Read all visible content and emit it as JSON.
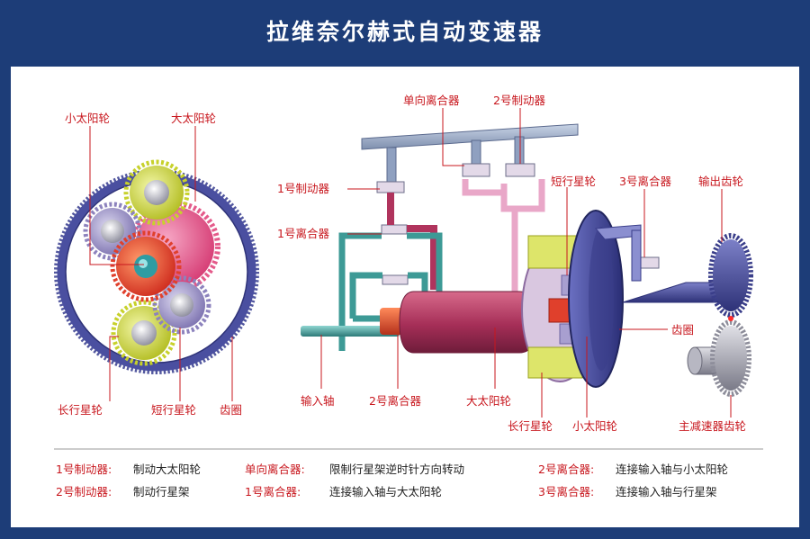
{
  "title": "拉维奈尔赫式自动变速器",
  "left_diagram": {
    "labels": {
      "small_sun": "小太阳轮",
      "large_sun": "大太阳轮",
      "long_planet": "长行星轮",
      "short_planet": "短行星轮",
      "ring_gear": "齿圈"
    }
  },
  "right_diagram": {
    "labels": {
      "one_way_clutch": "单向离合器",
      "brake_2": "2号制动器",
      "brake_1": "1号制动器",
      "clutch_1": "1号离合器",
      "short_planet": "短行星轮",
      "clutch_3": "3号离合器",
      "output_gear": "输出齿轮",
      "ring_gear": "齿圈",
      "input_shaft": "输入轴",
      "clutch_2": "2号离合器",
      "large_sun": "大太阳轮",
      "long_planet": "长行星轮",
      "small_sun": "小太阳轮",
      "final_drive_gear": "主减速器齿轮"
    }
  },
  "legend": [
    {
      "key": "1号制动器:",
      "value": "制动大太阳轮"
    },
    {
      "key": "单向离合器:",
      "value": "限制行星架逆时针方向转动"
    },
    {
      "key": "2号离合器:",
      "value": "连接输入轴与小太阳轮"
    },
    {
      "key": "2号制动器:",
      "value": "制动行星架"
    },
    {
      "key": "1号离合器:",
      "value": "连接输入轴与大太阳轮"
    },
    {
      "key": "3号离合器:",
      "value": "连接输入轴与行星架"
    }
  ],
  "colors": {
    "background": "#1d3d78",
    "label_red": "#c8171e",
    "ring_blue": "#4a4fa0",
    "sun_pink": "#e45a8a",
    "small_sun_red": "#e0402c",
    "long_planet_yellow": "#d9e24a",
    "short_planet_purple": "#9d93c8",
    "housing_teal": "#3d9a96",
    "drum_maroon": "#b0345d"
  }
}
